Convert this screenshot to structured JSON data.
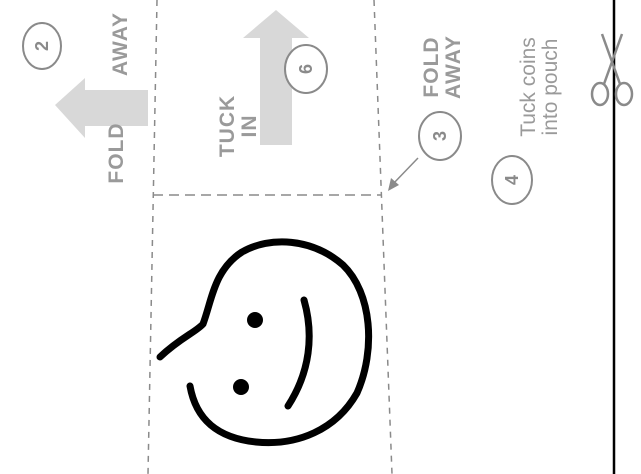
{
  "steps": {
    "step2": {
      "number": "2",
      "label_top": "AWAY",
      "label_bottom": "FOLD"
    },
    "step3": {
      "number": "3",
      "label": [
        "FOLD",
        "AWAY"
      ]
    },
    "step4": {
      "number": "4",
      "label": [
        "Tuck coins",
        "into pouch"
      ]
    },
    "step6": {
      "number": "6",
      "label": [
        "TUCK",
        "IN"
      ]
    }
  },
  "icons": {
    "face": "smiley-face-drawing",
    "scissors": "scissors-icon",
    "arrows": "arrow-icon"
  },
  "colors": {
    "line": "#8a8a8a",
    "arrow": "#d8d8d8",
    "ink": "#000000",
    "text": "#9a9a9a"
  }
}
